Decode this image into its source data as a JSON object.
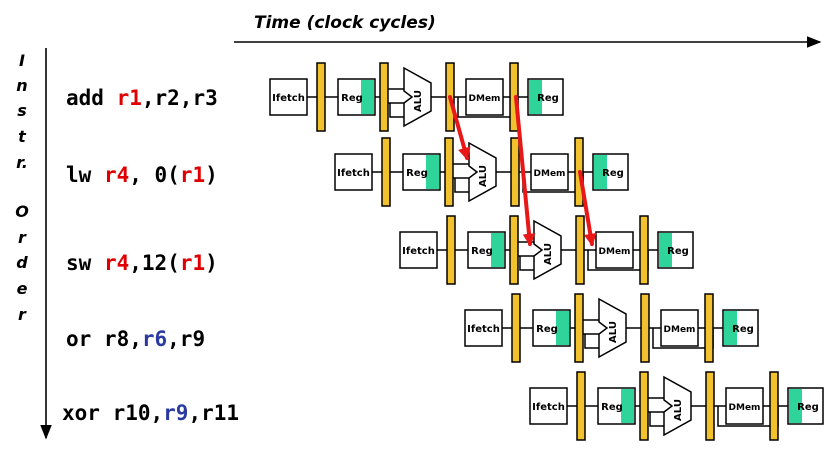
{
  "time_label": "Time (clock cycles)",
  "order_label_letters": [
    "I",
    "n",
    "s",
    "t",
    "r.",
    "",
    "O",
    "r",
    "d",
    "e",
    "r"
  ],
  "colors": {
    "red": "#e00000",
    "blue": "#2a3aa0",
    "latch": "#f2c12e",
    "reg_fill": "#2fd49a",
    "arrow": "#e81818"
  },
  "stage_labels": {
    "ifetch": "Ifetch",
    "reg": "Reg",
    "alu": "ALU",
    "dmem": "DMem"
  },
  "instructions": [
    {
      "segments": [
        {
          "text": "add ",
          "color": "black"
        },
        {
          "text": "r1",
          "color": "red"
        },
        {
          "text": ",r2,r3",
          "color": "black"
        }
      ]
    },
    {
      "segments": [
        {
          "text": "lw ",
          "color": "black"
        },
        {
          "text": "r4",
          "color": "red"
        },
        {
          "text": ", 0(",
          "color": "black"
        },
        {
          "text": "r1",
          "color": "red"
        },
        {
          "text": ")",
          "color": "black"
        }
      ]
    },
    {
      "segments": [
        {
          "text": "sw ",
          "color": "black"
        },
        {
          "text": "r4",
          "color": "red"
        },
        {
          "text": ",12(",
          "color": "black"
        },
        {
          "text": "r1",
          "color": "red"
        },
        {
          "text": ")",
          "color": "black"
        }
      ]
    },
    {
      "segments": [
        {
          "text": "or   r8,",
          "color": "black"
        },
        {
          "text": "r6",
          "color": "blue"
        },
        {
          "text": ",r9",
          "color": "black"
        }
      ]
    },
    {
      "segments": [
        {
          "text": "xor r10,",
          "color": "black"
        },
        {
          "text": "r9",
          "color": "blue"
        },
        {
          "text": ",r11",
          "color": "black"
        }
      ]
    }
  ]
}
